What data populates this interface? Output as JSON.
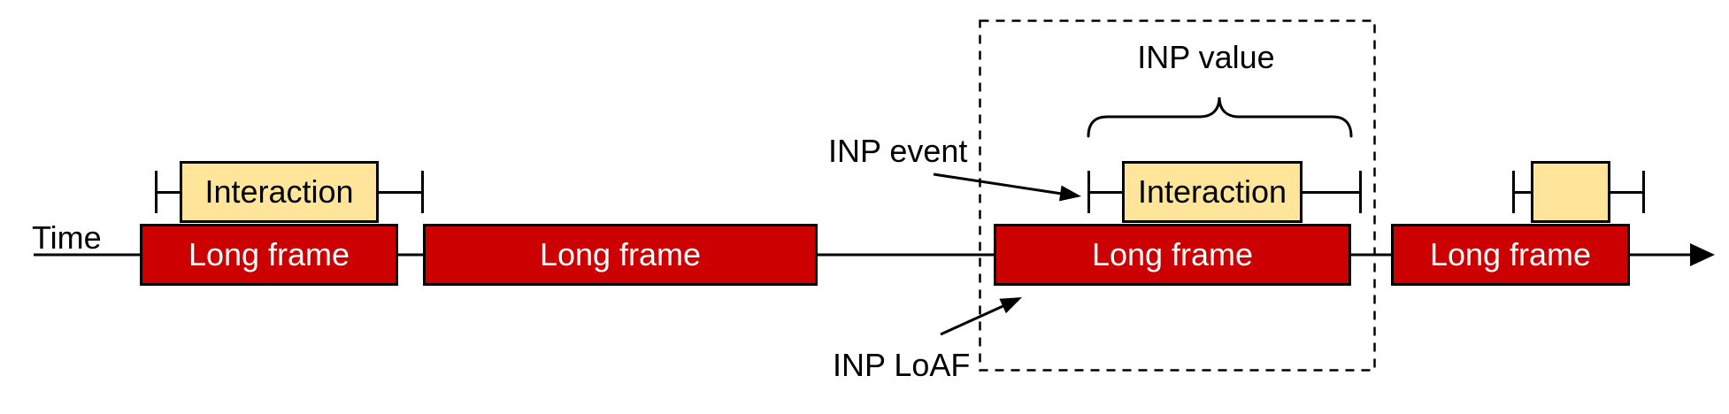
{
  "diagram": {
    "description": "Timeline diagram relating INP interaction to Long Animation Frames (LoAF)",
    "axis": {
      "label": "Time"
    },
    "long_frames": [
      {
        "label": "Long frame"
      },
      {
        "label": "Long frame"
      },
      {
        "label": "Long frame"
      },
      {
        "label": "Long frame"
      }
    ],
    "interactions": [
      {
        "label": "Interaction"
      },
      {
        "label": "Interaction"
      },
      {
        "label": ""
      }
    ],
    "annotations": {
      "inp_event": "INP event",
      "inp_value": "INP value",
      "inp_loaf": "INP LoAF"
    },
    "colors": {
      "long_frame_fill": "#cc0000",
      "interaction_fill": "#ffe599",
      "outline": "#000000",
      "long_frame_text": "#ffffff",
      "annotation_text": "#000000",
      "background": "#ffffff"
    }
  }
}
